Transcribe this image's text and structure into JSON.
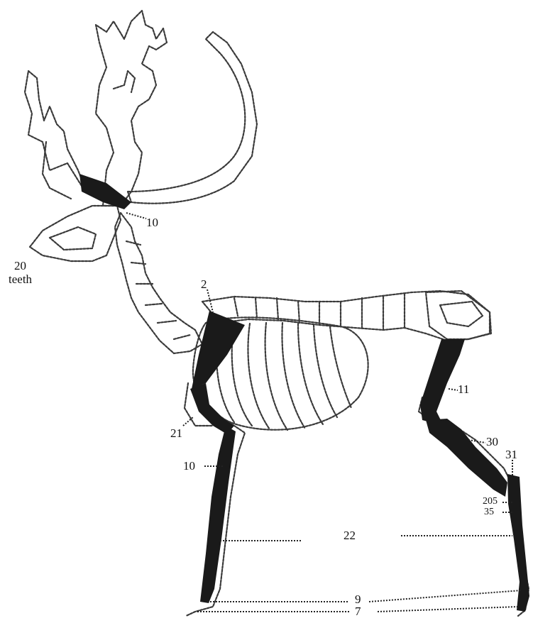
{
  "figure": {
    "labels": {
      "antler_base": "10",
      "teeth_count": "20",
      "teeth_word": "teeth",
      "scapula": "2",
      "humerus": "21",
      "foreleg": "10",
      "femur": "11",
      "tibia": "30",
      "hock": "31",
      "tarsals": "205",
      "metatarsal": "35",
      "lower_legs": "22",
      "phalanges": "9",
      "hooves": "7"
    },
    "colors": {
      "outline": "#3a3a3a",
      "bone_fill": "#1a1a1a",
      "background": "#ffffff"
    }
  }
}
